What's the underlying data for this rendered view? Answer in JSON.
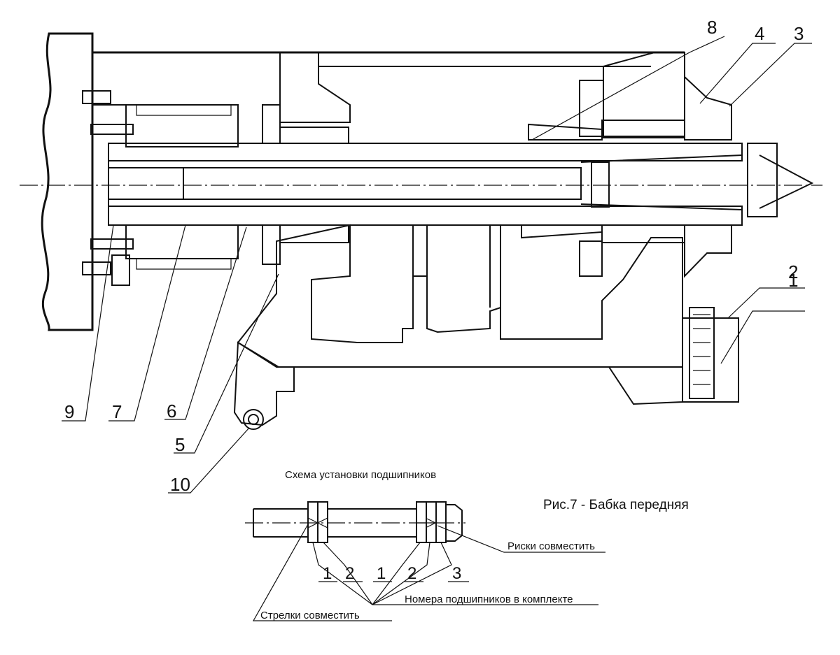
{
  "figure": {
    "caption": "Рис.7 - Бабка передняя",
    "callouts": [
      "1",
      "2",
      "3",
      "4",
      "5",
      "6",
      "7",
      "8",
      "9",
      "10"
    ]
  },
  "bearing_scheme": {
    "title": "Схема установки подшипников",
    "set_numbers": [
      "1",
      "2",
      "1",
      "2",
      "3"
    ],
    "label_align_marks": "Риски совместить",
    "label_set_numbers": "Номера подшипников в комплекте",
    "label_align_arrows": "Стрелки совместить"
  }
}
